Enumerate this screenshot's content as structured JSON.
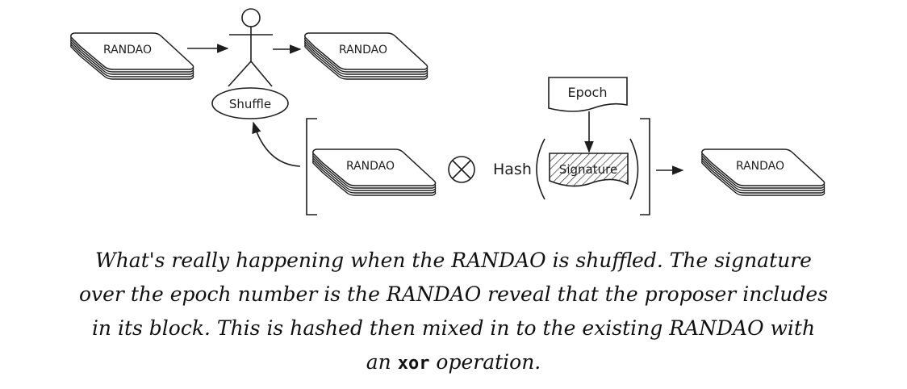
{
  "diagram": {
    "stacks": [
      {
        "id": "input",
        "label": "RANDAO"
      },
      {
        "id": "output-top",
        "label": "RANDAO"
      },
      {
        "id": "mix-input",
        "label": "RANDAO"
      },
      {
        "id": "result",
        "label": "RANDAO"
      }
    ],
    "actor_label": "Shuffle",
    "xor_symbol": "⊗",
    "hash_label": "Hash",
    "signature_label": "Signature",
    "epoch_label": "Epoch",
    "colors": {
      "stroke": "#1e1e1e",
      "hatch": "#1e1e1e",
      "background": "#ffffff"
    }
  },
  "caption": {
    "line1": "What's really happening when the RANDAO is shuffled. The signature",
    "line2": "over the epoch number is the RANDAO reveal that the proposer includes",
    "line3": "in its block. This is hashed then mixed in to the existing RANDAO with",
    "line4_pre": "an ",
    "line4_code": "xor",
    "line4_post": " operation."
  }
}
